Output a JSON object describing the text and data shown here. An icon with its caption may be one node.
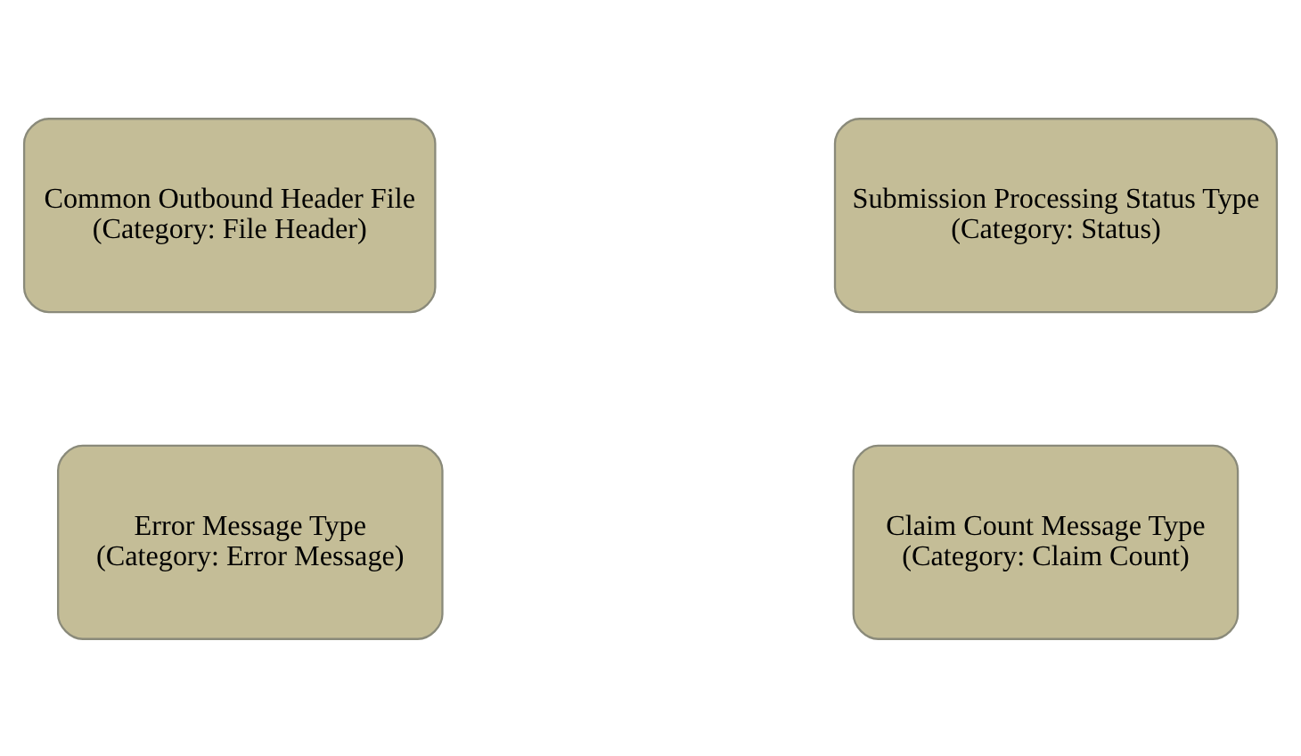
{
  "diagram": {
    "nodes": [
      {
        "text": [
          "Common Outbound Header File",
          "(Category: File Header)"
        ]
      },
      {
        "text": [
          "Submission Processing Status Type",
          "(Category: Status)"
        ]
      },
      {
        "text": [
          "Error Message Type",
          "(Category: Error Message)"
        ]
      },
      {
        "text": [
          "Claim Count Message Type",
          "(Category: Claim Count)"
        ]
      }
    ]
  }
}
